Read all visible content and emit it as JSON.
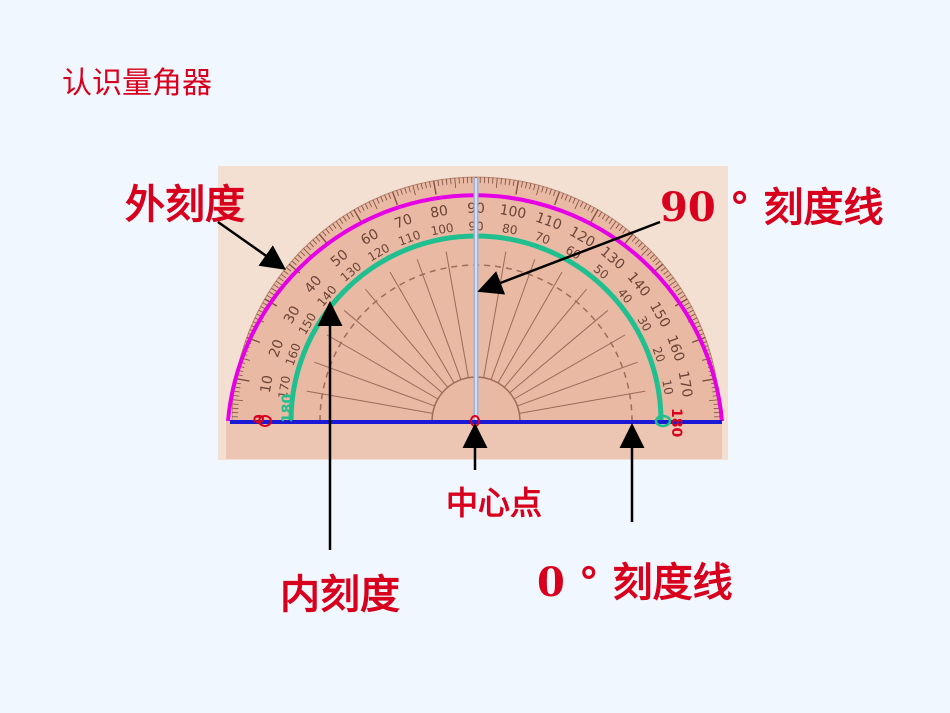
{
  "slide": {
    "title": "认识量角器",
    "labels": {
      "outer_scale": "外刻度",
      "deg90_line": "90 ° 刻度线",
      "center_point": "中心点",
      "inner_scale": "内刻度",
      "deg0_line": "0 ° 刻度线"
    }
  },
  "protractor": {
    "outer_scale_values": [
      "0",
      "10",
      "20",
      "30",
      "40",
      "50",
      "60",
      "70",
      "80",
      "90",
      "100",
      "110",
      "120",
      "130",
      "140",
      "150",
      "160",
      "170",
      "180"
    ],
    "inner_scale_values": [
      "180",
      "170",
      "160",
      "150",
      "140",
      "130",
      "120",
      "110",
      "100",
      "90",
      "80",
      "70",
      "60",
      "50",
      "40",
      "30",
      "20",
      "10",
      "0"
    ],
    "colors": {
      "body": "#e9b7a0",
      "backing": "#f1d6c7",
      "outer_highlight": "#e600e6",
      "inner_highlight": "#1fbf8f",
      "baseline": "#1a1ad6",
      "ninety_line": "#8aa0c8",
      "text_red": "#d8001c"
    }
  }
}
